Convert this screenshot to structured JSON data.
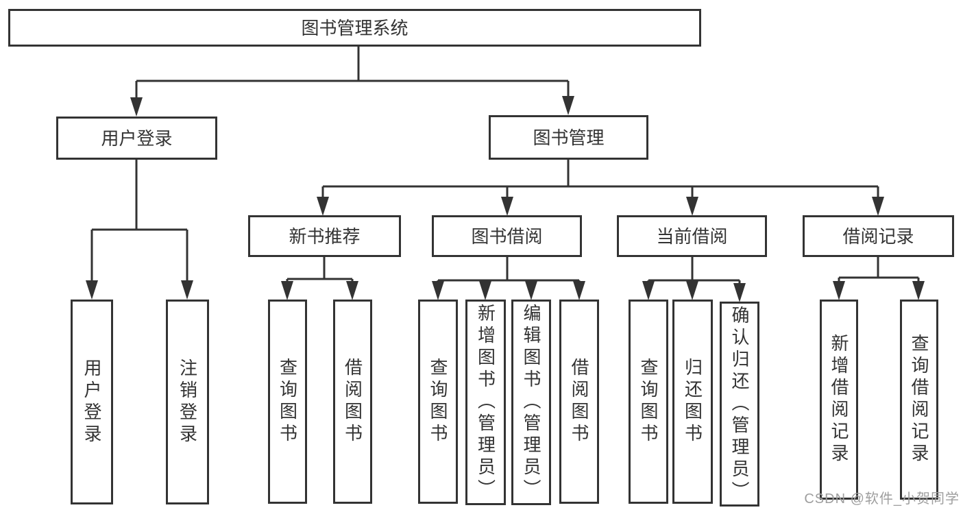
{
  "diagram": {
    "type": "hierarchy-tree",
    "tree": {
      "label": "图书管理系统",
      "children": [
        {
          "label": "用户登录",
          "children": [
            {
              "label": "用户登录"
            },
            {
              "label": "注销登录"
            }
          ]
        },
        {
          "label": "图书管理",
          "children": [
            {
              "label": "新书推荐",
              "children": [
                {
                  "label": "查询图书"
                },
                {
                  "label": "借阅图书"
                }
              ]
            },
            {
              "label": "图书借阅",
              "children": [
                {
                  "label": "查询图书"
                },
                {
                  "label": "新增图书（管理员）"
                },
                {
                  "label": "编辑图书（管理员）"
                },
                {
                  "label": "借阅图书"
                }
              ]
            },
            {
              "label": "当前借阅",
              "children": [
                {
                  "label": "查询图书"
                },
                {
                  "label": "归还图书"
                },
                {
                  "label": "确认归还（管理员）"
                }
              ]
            },
            {
              "label": "借阅记录",
              "children": [
                {
                  "label": "新增借阅记录"
                },
                {
                  "label": "查询借阅记录"
                }
              ]
            }
          ]
        }
      ]
    },
    "colors": {
      "line": "#333333",
      "text": "#333333",
      "background": "#ffffff",
      "watermark": "#9e9e9e"
    }
  },
  "watermark": "CSDN @软件_小贺同学"
}
